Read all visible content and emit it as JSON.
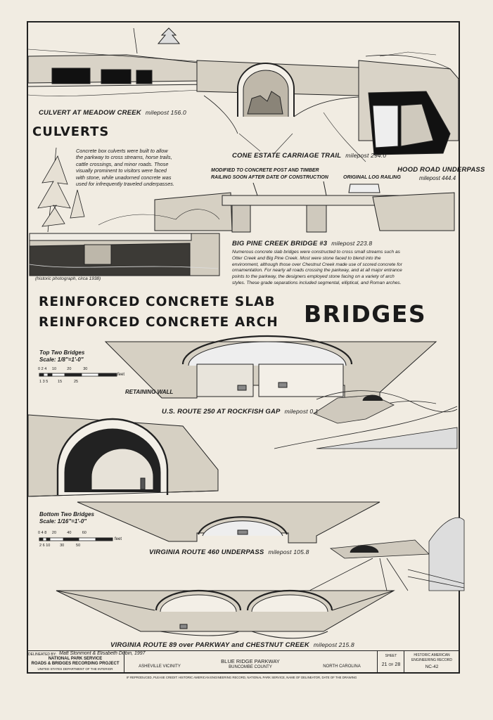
{
  "culverts": {
    "heading": "CULVERTS",
    "meadow_creek": {
      "name": "CULVERT AT MEADOW CREEK",
      "milepost": "milepost 156.0"
    },
    "cone_estate": {
      "name": "CONE ESTATE CARRIAGE TRAIL",
      "milepost": "milepost 294.0"
    },
    "hood_road": {
      "name": "HOOD ROAD UNDERPASS",
      "milepost": "milepost 444.4"
    },
    "description": [
      "Concrete box culverts were built to allow",
      "the parkway to cross streams, horse trails,",
      "cattle crossings, and minor roads.  Those",
      "visually prominent to visitors were faced",
      "with stone, while unadorned concrete was",
      "used for infrequently traveled underpasses."
    ]
  },
  "big_pine": {
    "note_modified": [
      "MODIFIED TO CONCRETE POST AND TIMBER",
      "RAILING SOON AFTER DATE OF CONSTRUCTION"
    ],
    "note_original": "ORIGINAL LOG RAILING",
    "name": "BIG PINE CREEK BRIDGE #3",
    "milepost": "milepost 223.8",
    "historic_caption": "(historic photograph, circa 1938)",
    "description": [
      "Numerous concrete slab bridges were constructed to cross small streams such as",
      "Otter Creek and Big Pine Creek.  Most were stone faced to blend into the",
      "environment, although those over Chestnut Creek made use of scored concrete for",
      "ornamentation.  For nearly all roads crossing the parkway, and at all major entrance",
      "points to the parkway, the designers employed stone facing on a variety of arch",
      "styles.  These grade separations included segmental, elliptical, and Roman arches."
    ]
  },
  "bridges": {
    "heading_slab": "REINFORCED CONCRETE SLAB",
    "heading_arch": "REINFORCED CONCRETE ARCH",
    "heading_main": "BRIDGES",
    "top_scale": {
      "title": "Top Two Bridges",
      "scale": "Scale:  1/8\"=1'-0\"",
      "ticks_top": [
        "0",
        "2",
        "4",
        "10",
        "20",
        "30"
      ],
      "ticks_bottom": [
        "1",
        "3",
        "5",
        "15",
        "25"
      ],
      "unit": "feet"
    },
    "retaining_wall": "RETAINING WALL",
    "us250": {
      "name": "U.S. ROUTE 250 AT ROCKFISH GAP",
      "milepost": "milepost 0.1"
    },
    "bottom_scale": {
      "title": "Bottom Two Bridges",
      "scale": "Scale:  1/16\"=1'-0\"",
      "ticks_top": [
        "0",
        "4",
        "8",
        "20",
        "40",
        "60"
      ],
      "ticks_bottom": [
        "2",
        "6",
        "10",
        "30",
        "50"
      ],
      "unit": "feet"
    },
    "va460": {
      "name": "VIRGINIA ROUTE 460 UNDERPASS",
      "milepost": "milepost 105.8"
    },
    "va89": {
      "name": "VIRGINIA ROUTE 89 over PARKWAY and CHESTNUT CREEK",
      "milepost": "milepost 215.8"
    }
  },
  "title_block": {
    "delineated_label": "DELINEATED BY:",
    "delineators": "Matt Stonmont & Elisabeth Dubin, 1997",
    "agency": [
      "NATIONAL PARK SERVICE",
      "ROADS & BRIDGES RECORDING PROJECT",
      "UNITED STATES DEPARTMENT OF THE INTERIOR"
    ],
    "vicinity": "ASHEVILLE VICINITY",
    "project": "BLUE RIDGE PARKWAY",
    "county": "BUNCOMBE COUNTY",
    "state": "NORTH CAROLINA",
    "sheet_label": "SHEET",
    "sheet": "21",
    "sheet_of": "OF",
    "sheet_total": "28",
    "record": [
      "HISTORIC AMERICAN",
      "ENGINEERING RECORD"
    ],
    "record_no": "NC-42",
    "credit": "IF REPRODUCED, PLEASE CREDIT: HISTORIC AMERICAN ENGINEERING RECORD, NATIONAL PARK SERVICE, NAME OF DELINEATOR, DATE OF THE DRAWING"
  }
}
